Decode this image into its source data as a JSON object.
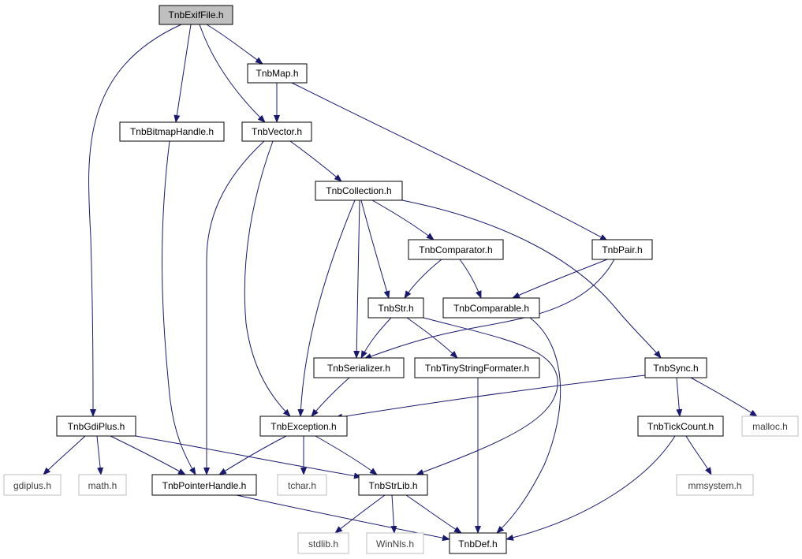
{
  "diagram": {
    "nodes": [
      {
        "id": "exif",
        "label": "TnbExifFile.h",
        "style": "root"
      },
      {
        "id": "map",
        "label": "TnbMap.h",
        "style": "normal"
      },
      {
        "id": "bitmap",
        "label": "TnbBitmapHandle.h",
        "style": "normal"
      },
      {
        "id": "vector",
        "label": "TnbVector.h",
        "style": "normal"
      },
      {
        "id": "collection",
        "label": "TnbCollection.h",
        "style": "normal"
      },
      {
        "id": "comparator",
        "label": "TnbComparator.h",
        "style": "normal"
      },
      {
        "id": "pair",
        "label": "TnbPair.h",
        "style": "normal"
      },
      {
        "id": "str",
        "label": "TnbStr.h",
        "style": "normal"
      },
      {
        "id": "comparable",
        "label": "TnbComparable.h",
        "style": "normal"
      },
      {
        "id": "serializer",
        "label": "TnbSerializer.h",
        "style": "normal"
      },
      {
        "id": "tiny",
        "label": "TnbTinyStringFormater.h",
        "style": "normal"
      },
      {
        "id": "sync",
        "label": "TnbSync.h",
        "style": "normal"
      },
      {
        "id": "gdiplus",
        "label": "TnbGdiPlus.h",
        "style": "normal"
      },
      {
        "id": "exception",
        "label": "TnbException.h",
        "style": "normal"
      },
      {
        "id": "tick",
        "label": "TnbTickCount.h",
        "style": "normal"
      },
      {
        "id": "malloc",
        "label": "malloc.h",
        "style": "external"
      },
      {
        "id": "gdiplus_sys",
        "label": "gdiplus.h",
        "style": "external"
      },
      {
        "id": "math",
        "label": "math.h",
        "style": "external"
      },
      {
        "id": "pointer",
        "label": "TnbPointerHandle.h",
        "style": "normal"
      },
      {
        "id": "tchar",
        "label": "tchar.h",
        "style": "external"
      },
      {
        "id": "strlib",
        "label": "TnbStrLib.h",
        "style": "normal"
      },
      {
        "id": "mmsystem",
        "label": "mmsystem.h",
        "style": "external"
      },
      {
        "id": "stdlib",
        "label": "stdlib.h",
        "style": "external"
      },
      {
        "id": "winnls",
        "label": "WinNls.h",
        "style": "external"
      },
      {
        "id": "def",
        "label": "TnbDef.h",
        "style": "normal"
      }
    ],
    "colors": {
      "edge": "#191970",
      "root_fill": "#bfbfbf",
      "normal_border": "#000000",
      "external_border": "#bfbfbf",
      "external_text": "#404040"
    }
  }
}
